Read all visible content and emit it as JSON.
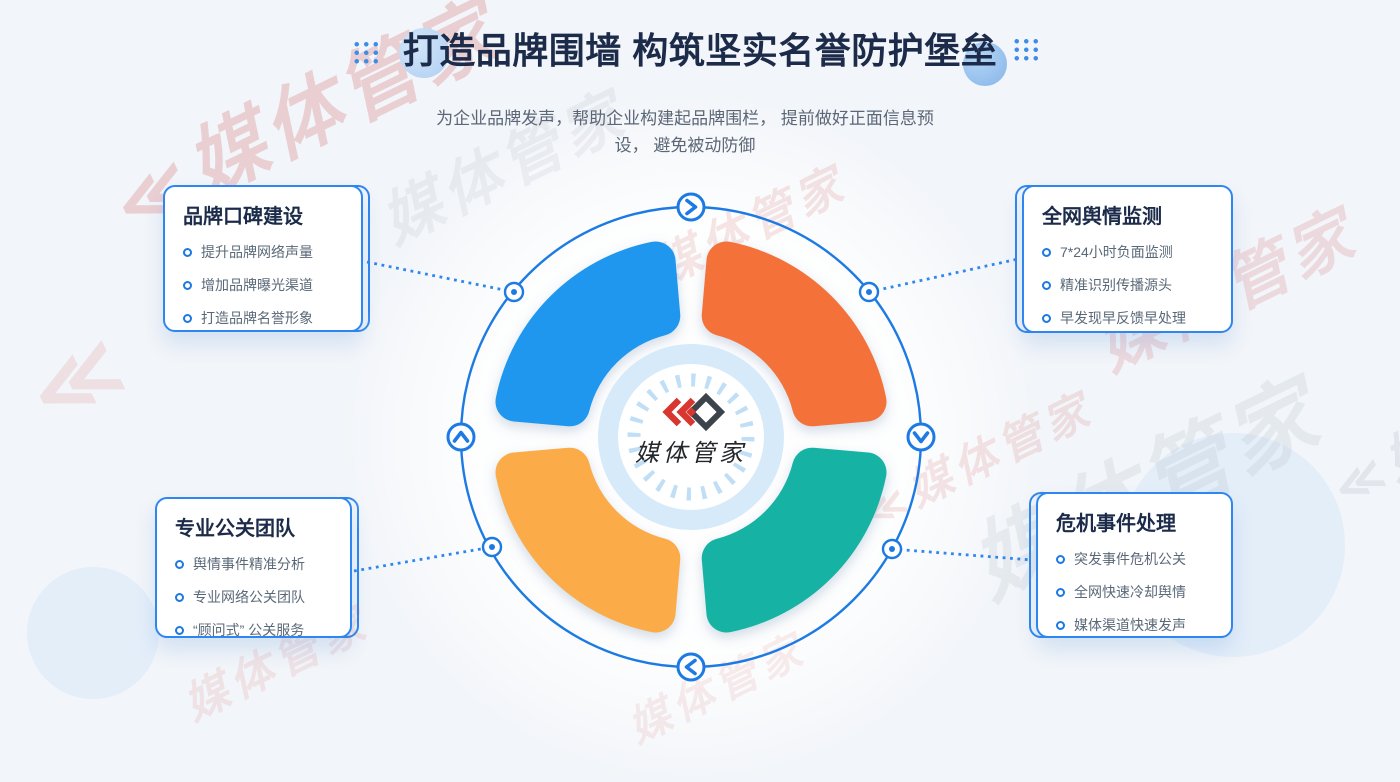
{
  "page": {
    "title": "打造品牌围墙 构筑坚实名誉防护堡垒",
    "subtitle": "为企业品牌发声，帮助企业构建起品牌围栏， 提前做好正面信息预设， 避免被动防御"
  },
  "watermark": {
    "text": "媒体管家",
    "mark": "≪"
  },
  "center_logo": {
    "text": "媒体管家"
  },
  "cards": [
    {
      "title": "品牌口碑建设",
      "items": [
        "提升品牌网络声量",
        "增加品牌曝光渠道",
        "打造品牌名誉形象"
      ]
    },
    {
      "title": "全网舆情监测",
      "items": [
        "7*24小时负面监测",
        "精准识别传播源头",
        "早发现早反馈早处理"
      ]
    },
    {
      "title": "专业公关团队",
      "items": [
        "舆情事件精准分析",
        "专业网络公关团队",
        "“顾问式” 公关服务"
      ]
    },
    {
      "title": "危机事件处理",
      "items": [
        "突发事件危机公关",
        "全网快速冷却舆情",
        "媒体渠道快速发声"
      ]
    }
  ],
  "colors": {
    "accent_blue": "#2e86f0",
    "ring_blue": "#1d7ae3",
    "arc_blue": "#1f97ee",
    "arc_orange": "#f4713a",
    "arc_teal": "#16b3a5",
    "arc_yellow": "#fbab47",
    "logo_red": "#d8362e",
    "logo_dark": "#3c434b"
  }
}
